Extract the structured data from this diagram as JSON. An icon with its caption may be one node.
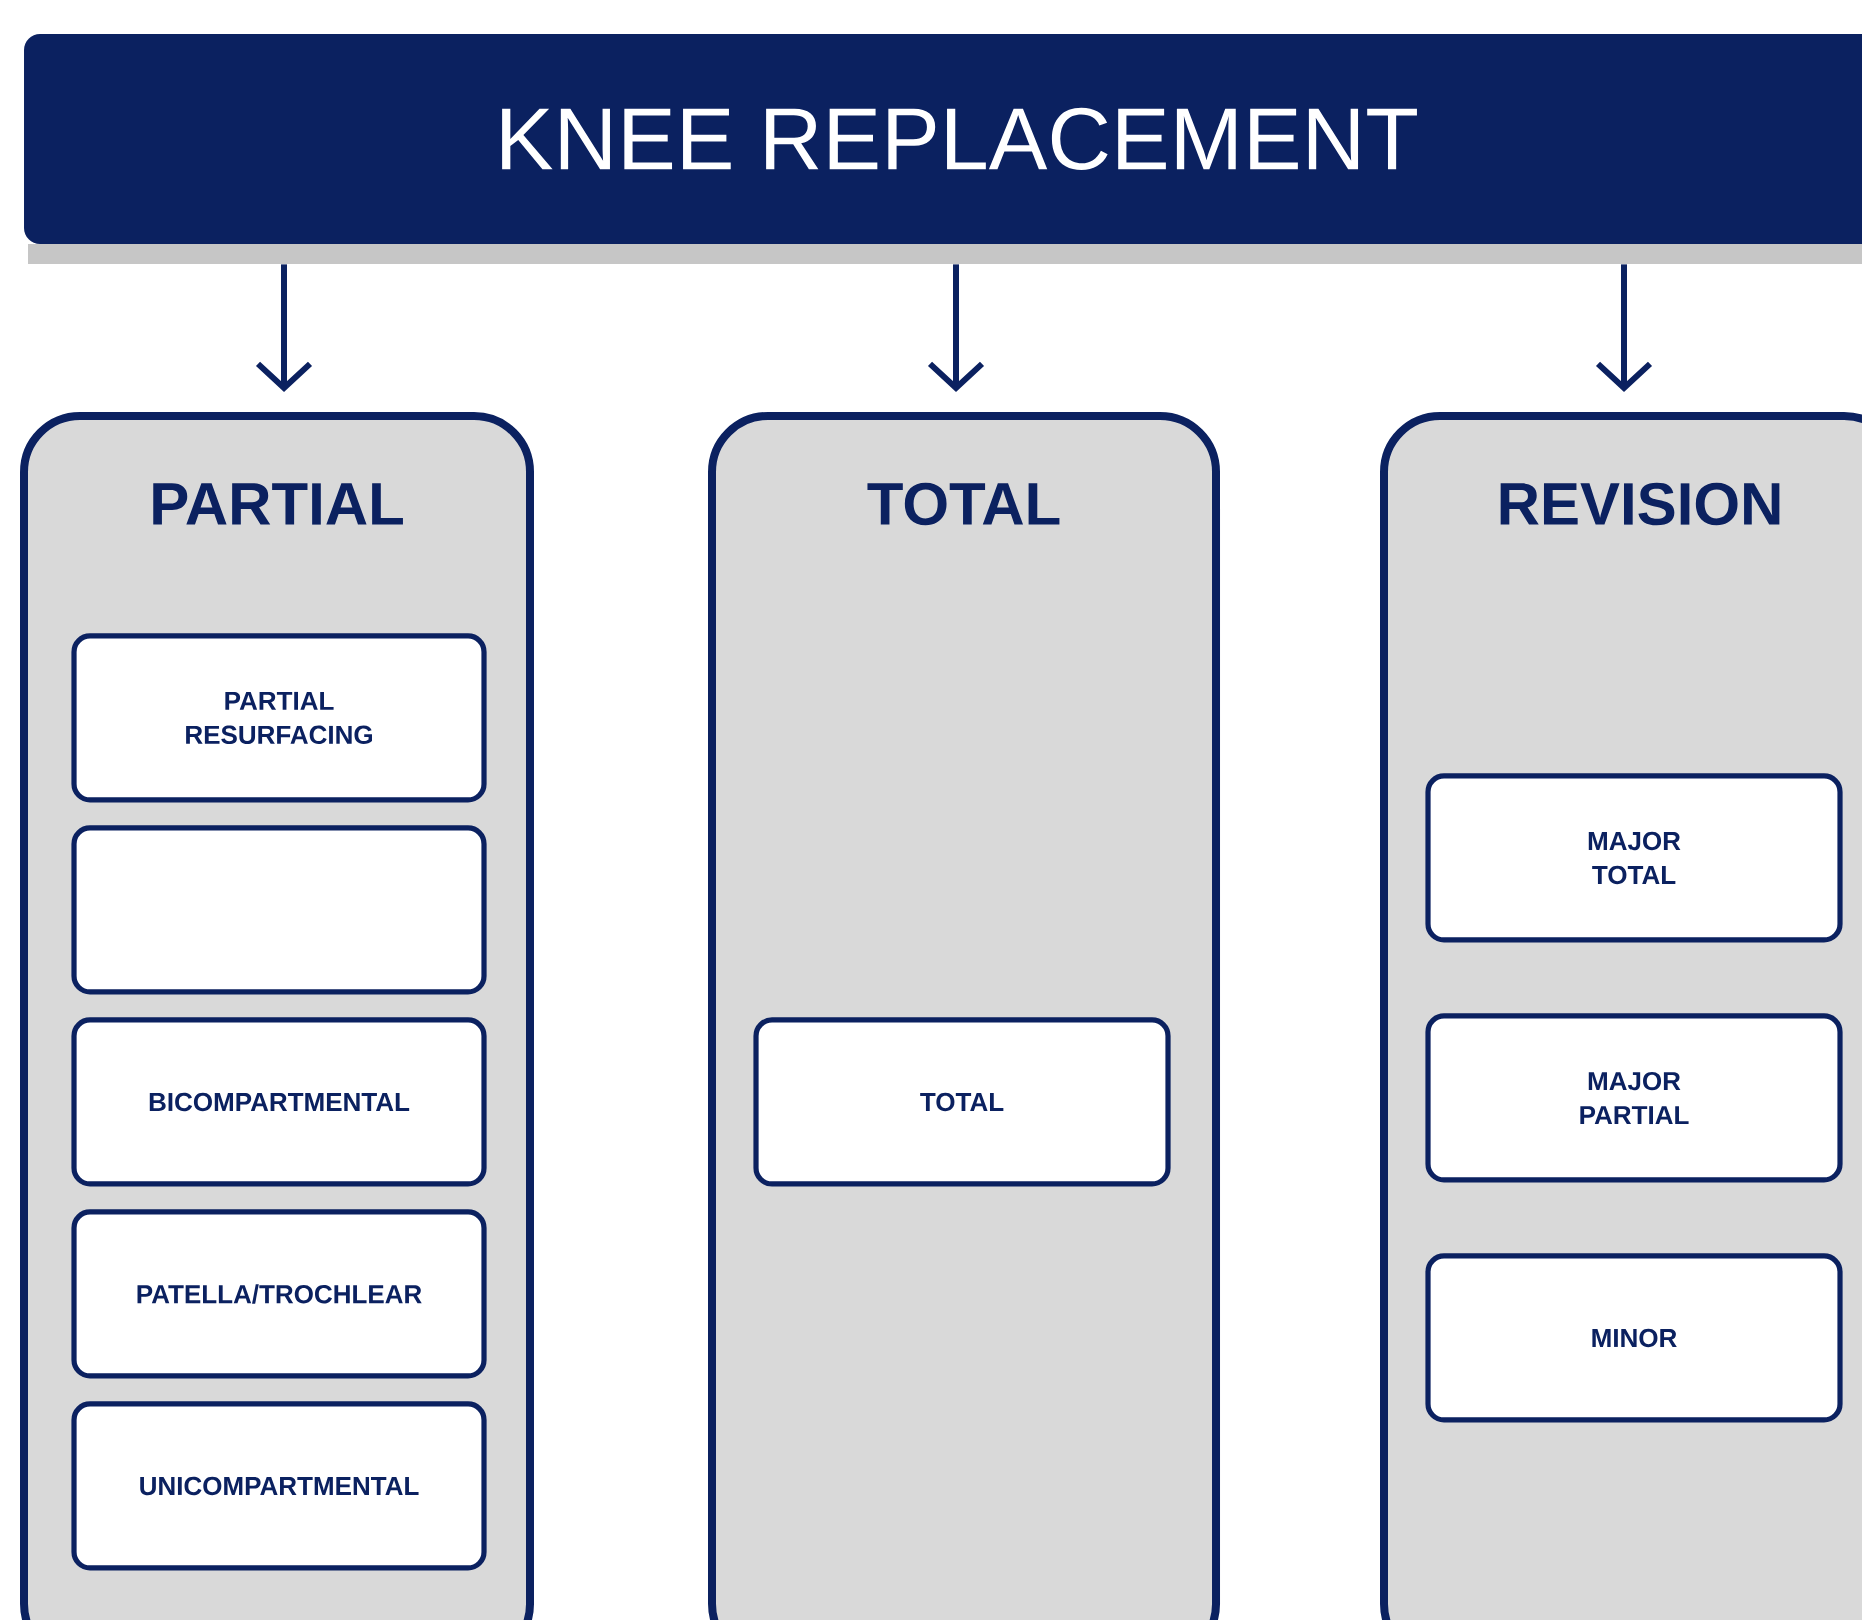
{
  "diagram": {
    "nodes": [
      {
        "text": [
          "KNEE REPLACEMENT"
        ]
      },
      {
        "text": [
          "PARTIAL"
        ]
      },
      {
        "text": [
          "PARTIAL RESURFACING"
        ],
        "in": 1
      },
      {
        "text": [],
        "shape": "box",
        "in": 1
      },
      {
        "text": [
          "BICOMPARTMENTAL"
        ],
        "in": 1
      },
      {
        "text": [
          "PATELLA/TROCHLEAR"
        ],
        "in": 1
      },
      {
        "text": [
          "UNICOMPARTMENTAL"
        ],
        "in": 1
      },
      {
        "text": [
          "TOTAL"
        ]
      },
      {
        "text": [
          "TOTAL"
        ],
        "in": 7
      },
      {
        "text": [
          "REVISION"
        ]
      },
      {
        "text": [
          "MAJOR TOTAL"
        ],
        "in": 9
      },
      {
        "text": [
          "MAJOR PARTIAL"
        ],
        "in": 9
      },
      {
        "text": [
          "MINOR"
        ],
        "in": 9
      }
    ],
    "edges": [
      {
        "from": 0,
        "to": 1,
        "arrow": "to"
      },
      {
        "from": 0,
        "to": 7,
        "arrow": "to"
      },
      {
        "from": 0,
        "to": 9,
        "arrow": "to"
      }
    ]
  }
}
